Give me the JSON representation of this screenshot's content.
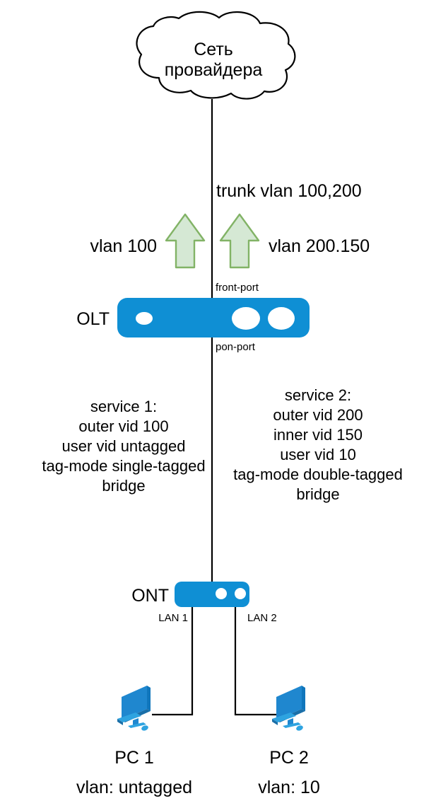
{
  "diagram": {
    "title_text": "Сеть провайдера",
    "colors": {
      "device_blue": "#0f8fd4",
      "arrow_fill": "#d5e8d4",
      "arrow_stroke": "#82b366",
      "line": "#000000",
      "pc_blue_light": "#2ea3e0",
      "pc_blue_dark": "#1076bc",
      "background": "#ffffff"
    },
    "cloud": {
      "label": "Сеть провайдера",
      "label_line1": "Сеть",
      "label_line2": "провайдера"
    },
    "uplink": {
      "trunk_label": "trunk vlan 100,200",
      "left_arrow_label": "vlan 100",
      "right_arrow_label": "vlan 200.150"
    },
    "olt": {
      "name": "OLT",
      "front_port_label": "front-port",
      "pon_port_label": "pon-port"
    },
    "services": [
      {
        "name": "service-1",
        "lines": [
          "service 1:",
          "outer vid 100",
          "user vid untagged",
          "tag-mode single-tagged",
          "bridge"
        ]
      },
      {
        "name": "service-2",
        "lines": [
          "service 2:",
          "outer vid 200",
          "inner vid 150",
          "user vid 10",
          "tag-mode double-tagged",
          "bridge"
        ]
      }
    ],
    "ont": {
      "name": "ONT",
      "lan1_label": "LAN 1",
      "lan2_label": "LAN 2"
    },
    "hosts": [
      {
        "name": "PC 1",
        "vlan": "vlan: untagged"
      },
      {
        "name": "PC 2",
        "vlan": "vlan: 10"
      }
    ]
  }
}
